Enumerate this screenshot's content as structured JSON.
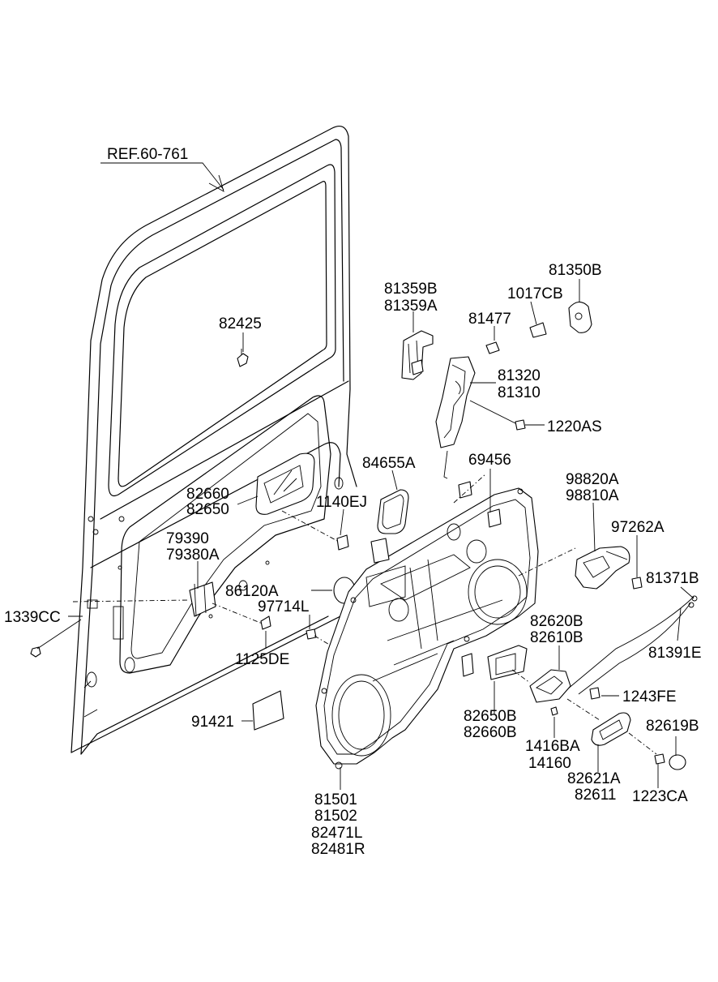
{
  "labels": {
    "ref": "REF.60-761",
    "p82425": "82425",
    "p81359B": "81359B",
    "p81359A": "81359A",
    "p81477": "81477",
    "p1017CB": "1017CB",
    "p81350B": "81350B",
    "p81320": "81320",
    "p81310": "81310",
    "p1220AS": "1220AS",
    "p84655A": "84655A",
    "p69456": "69456",
    "p98820A": "98820A",
    "p98810A": "98810A",
    "p97262A": "97262A",
    "p82660": "82660",
    "p82650": "82650",
    "p1140EJ": "1140EJ",
    "p79390": "79390",
    "p79380A": "79380A",
    "p86120A": "86120A",
    "p97714L": "97714L",
    "p81371B": "81371B",
    "p1339CC": "1339CC",
    "p1125DE": "1125DE",
    "p82620B": "82620B",
    "p82610B": "82610B",
    "p81391E": "81391E",
    "p1243FE": "1243FE",
    "p91421": "91421",
    "p82650B": "82650B",
    "p82660B": "82660B",
    "p1416BA": "1416BA",
    "p14160": "14160",
    "p82619B": "82619B",
    "p82621A": "82621A",
    "p82611": "82611",
    "p1223CA": "1223CA",
    "p81501": "81501",
    "p81502": "81502",
    "p82471L": "82471L",
    "p82481R": "82481R"
  }
}
